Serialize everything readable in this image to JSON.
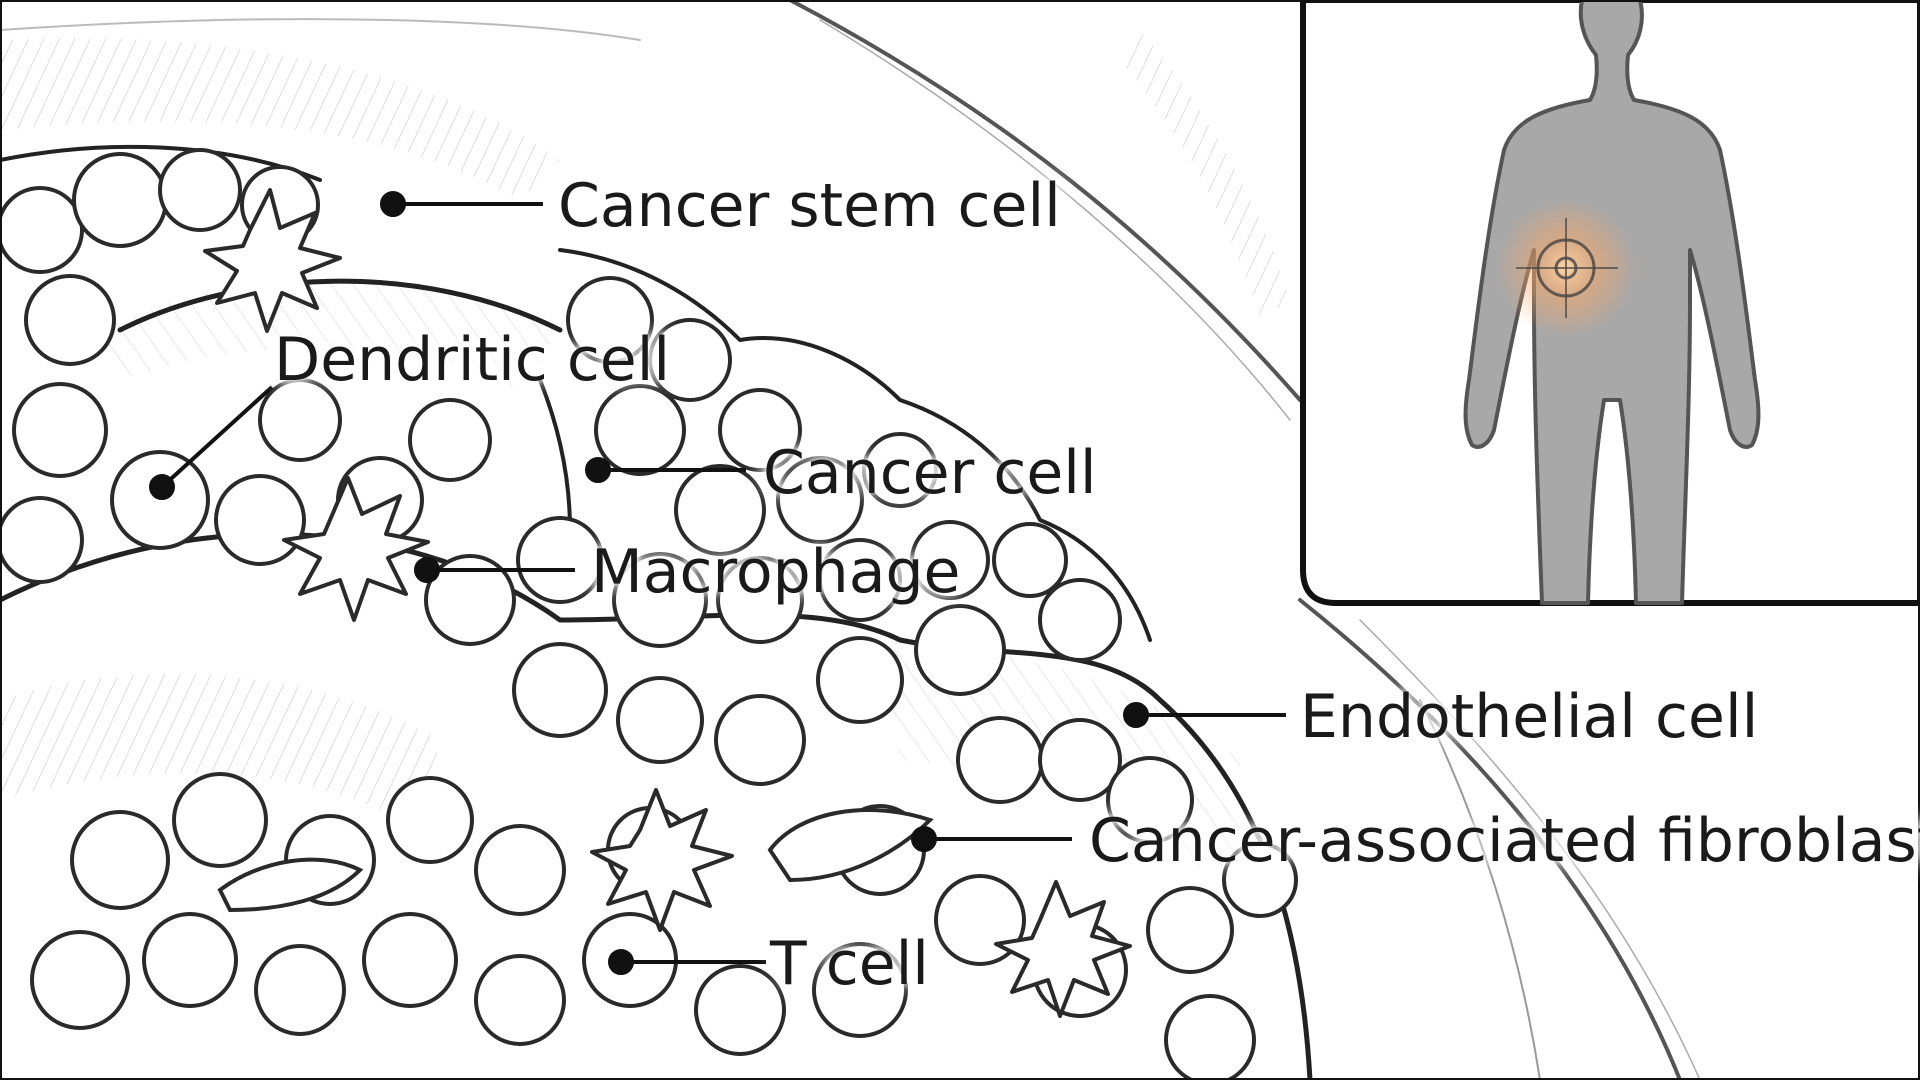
{
  "labels": {
    "cancer_stem_cell": "Cancer stem cell",
    "dendritic_cell": "Dendritic cell",
    "cancer_cell": "Cancer cell",
    "macrophage": "Macrophage",
    "endothelial_cell": "Endothelial cell",
    "cancer_associated_fibroblast": "Cancer-associated fibroblast",
    "t_cell": "T cell"
  },
  "inset": {
    "body_color": "#a8a8a8",
    "target_glow_color": "#f6a86a"
  },
  "colors": {
    "ink": "#1a1a1a",
    "background": "#ffffff"
  }
}
